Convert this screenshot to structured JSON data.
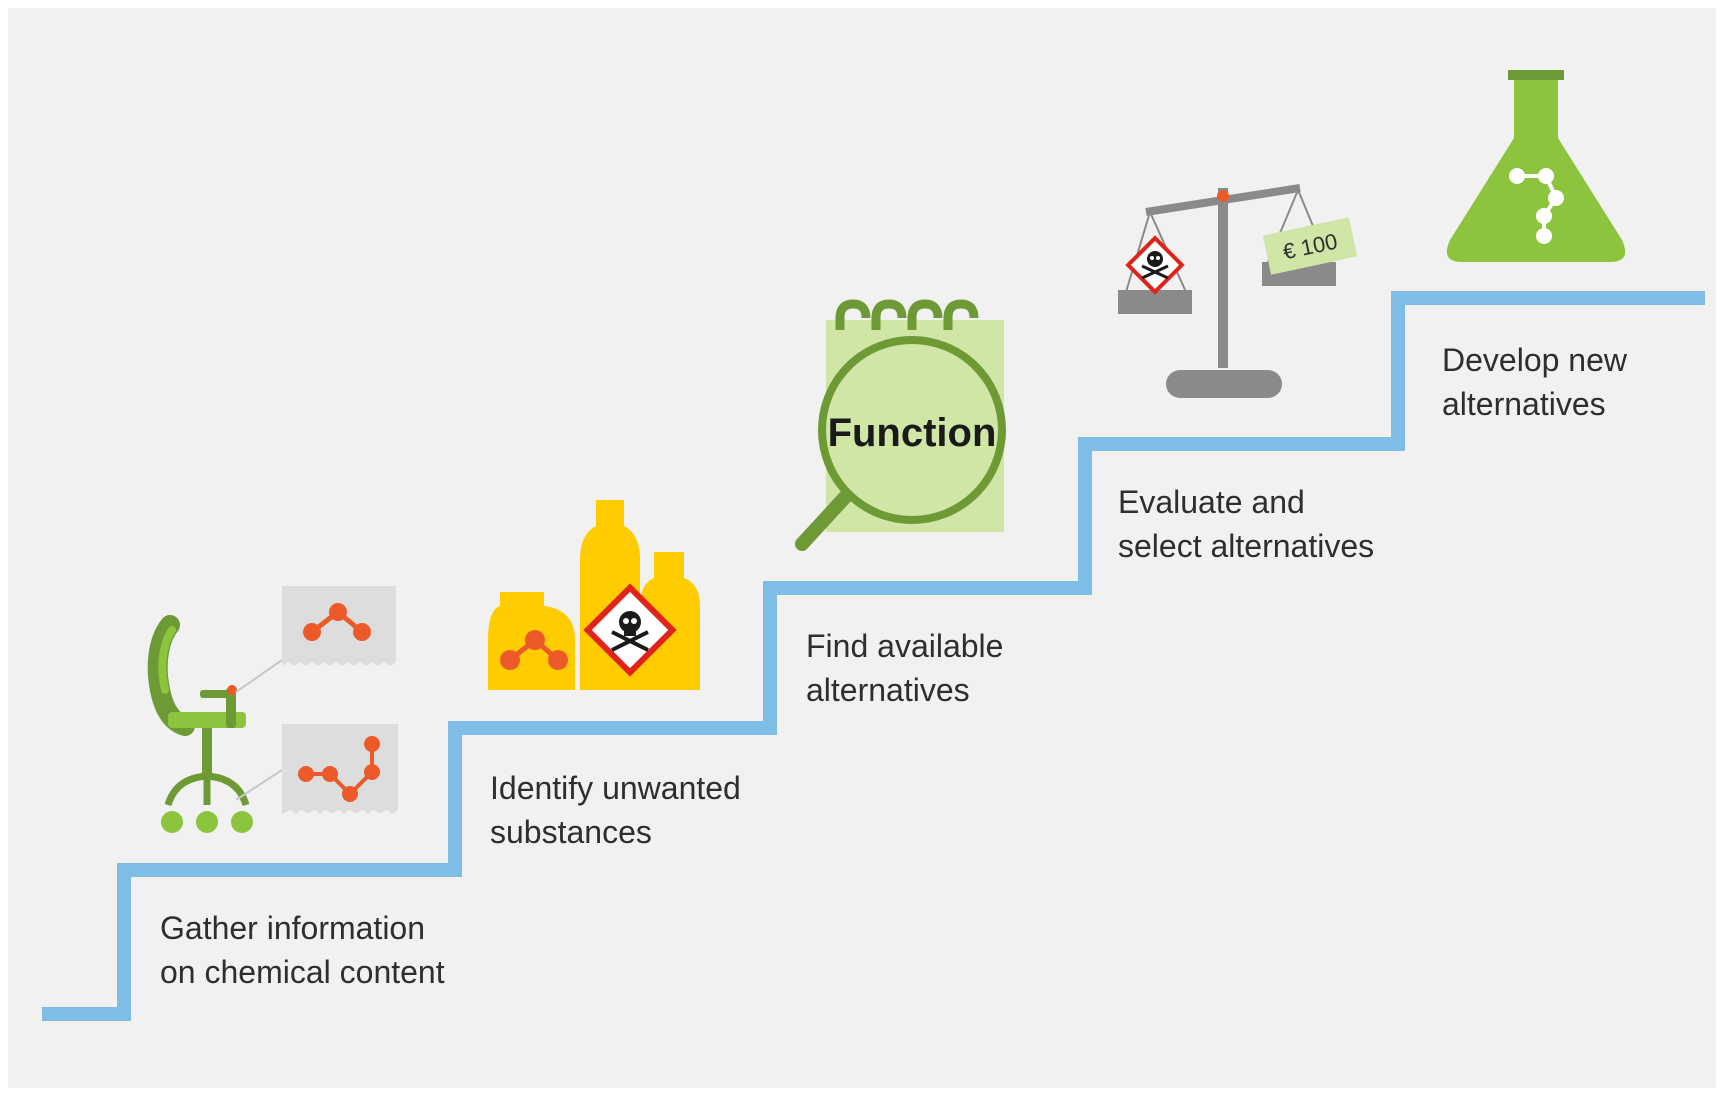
{
  "colors": {
    "background": "#f1f1f1",
    "stair_line": "#7dbde6",
    "green_light": "#8cc43e",
    "green_dark": "#6d9a35",
    "paper_green": "#cfe6a6",
    "orange": "#ec5a2a",
    "yellow": "#ffcc00",
    "hazard_red": "#e2231a",
    "grey": "#8a8a8a",
    "doc_grey": "#dddddd"
  },
  "steps": [
    {
      "line1": "Gather information",
      "line2": "on chemical content",
      "icon": "office-chair-with-molecule-labels-icon"
    },
    {
      "line1": "Identify unwanted",
      "line2": "substances",
      "icon": "hazard-bottles-icon"
    },
    {
      "line1": "Find available",
      "line2": "alternatives",
      "icon": "notepad-magnifier-icon"
    },
    {
      "line1": "Evaluate and",
      "line2": "select alternatives",
      "icon": "balance-scale-icon"
    },
    {
      "line1": "Develop new",
      "line2": "alternatives",
      "icon": "lab-flask-icon"
    }
  ],
  "function_note": "Function",
  "price_tag": "€ 100"
}
